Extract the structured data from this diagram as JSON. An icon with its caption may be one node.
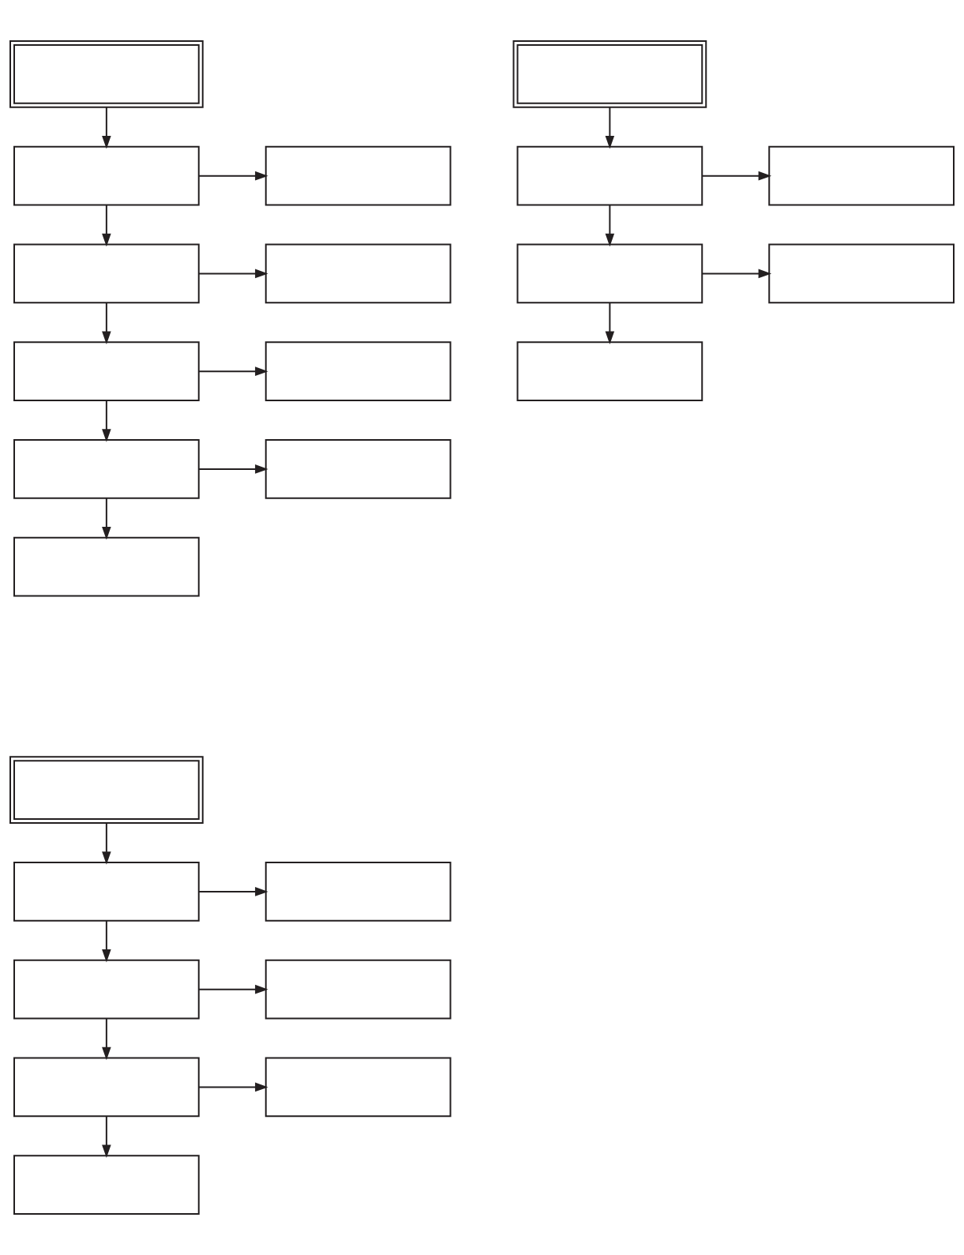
{
  "diagram": {
    "nodes": [
      {
        "text": [],
        "shape": "box"
      },
      {
        "text": [],
        "shape": "box"
      },
      {
        "text": [],
        "shape": "box"
      },
      {
        "text": [],
        "shape": "box"
      },
      {
        "text": [],
        "shape": "box"
      },
      {
        "text": [],
        "shape": "box"
      },
      {
        "text": [],
        "shape": "box"
      },
      {
        "text": [],
        "shape": "box"
      },
      {
        "text": [],
        "shape": "box"
      },
      {
        "text": [],
        "shape": "box"
      },
      {
        "text": [],
        "shape": "box"
      },
      {
        "text": [],
        "shape": "box"
      },
      {
        "text": [],
        "shape": "box"
      },
      {
        "text": [],
        "shape": "box"
      },
      {
        "text": [],
        "shape": "box"
      },
      {
        "text": [],
        "shape": "box"
      },
      {
        "text": [],
        "shape": "box"
      },
      {
        "text": [],
        "shape": "box"
      },
      {
        "text": [],
        "shape": "box"
      },
      {
        "text": [],
        "shape": "box"
      },
      {
        "text": [],
        "shape": "box"
      },
      {
        "text": [],
        "shape": "box"
      },
      {
        "text": [],
        "shape": "box"
      },
      {
        "text": [],
        "shape": "box"
      }
    ],
    "edges": [
      {
        "from": 0,
        "to": 1,
        "arrow": "to"
      },
      {
        "from": 1,
        "to": 2,
        "arrow": "to"
      },
      {
        "from": 1,
        "to": 3,
        "arrow": "to"
      },
      {
        "from": 3,
        "to": 4,
        "arrow": "to"
      },
      {
        "from": 3,
        "to": 5,
        "arrow": "to"
      },
      {
        "from": 5,
        "to": 6,
        "arrow": "to"
      },
      {
        "from": 5,
        "to": 7,
        "arrow": "to"
      },
      {
        "from": 7,
        "to": 8,
        "arrow": "to"
      },
      {
        "from": 7,
        "to": 9,
        "arrow": "to"
      },
      {
        "from": 10,
        "to": 11,
        "arrow": "to"
      },
      {
        "from": 11,
        "to": 12,
        "arrow": "to"
      },
      {
        "from": 11,
        "to": 13,
        "arrow": "to"
      },
      {
        "from": 13,
        "to": 14,
        "arrow": "to"
      },
      {
        "from": 13,
        "to": 15,
        "arrow": "to"
      },
      {
        "from": 16,
        "to": 17,
        "arrow": "to"
      },
      {
        "from": 17,
        "to": 18,
        "arrow": "to"
      },
      {
        "from": 17,
        "to": 19,
        "arrow": "to"
      },
      {
        "from": 19,
        "to": 20,
        "arrow": "to"
      },
      {
        "from": 19,
        "to": 21,
        "arrow": "to"
      },
      {
        "from": 21,
        "to": 22,
        "arrow": "to"
      },
      {
        "from": 21,
        "to": 23,
        "arrow": "to"
      }
    ]
  }
}
